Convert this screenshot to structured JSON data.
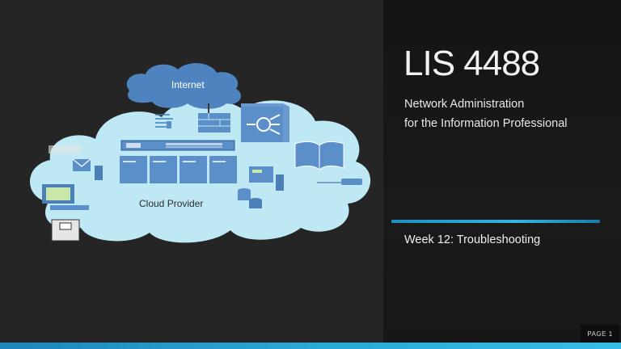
{
  "slide": {
    "course_title": "LIS 4488",
    "subtitle_line1": "Network Administration",
    "subtitle_line2": "for the Information Professional",
    "week_title": "Week 12:  Troubleshooting",
    "page_label": "PAGE 1"
  },
  "diagram": {
    "internet_label": "Internet",
    "cloud_label": "Cloud Provider"
  },
  "colors": {
    "accent": "#2aa7d6",
    "cloud": "#bfe8f5",
    "device": "#5b8fc9",
    "internet_cloud": "#4f83c0"
  }
}
